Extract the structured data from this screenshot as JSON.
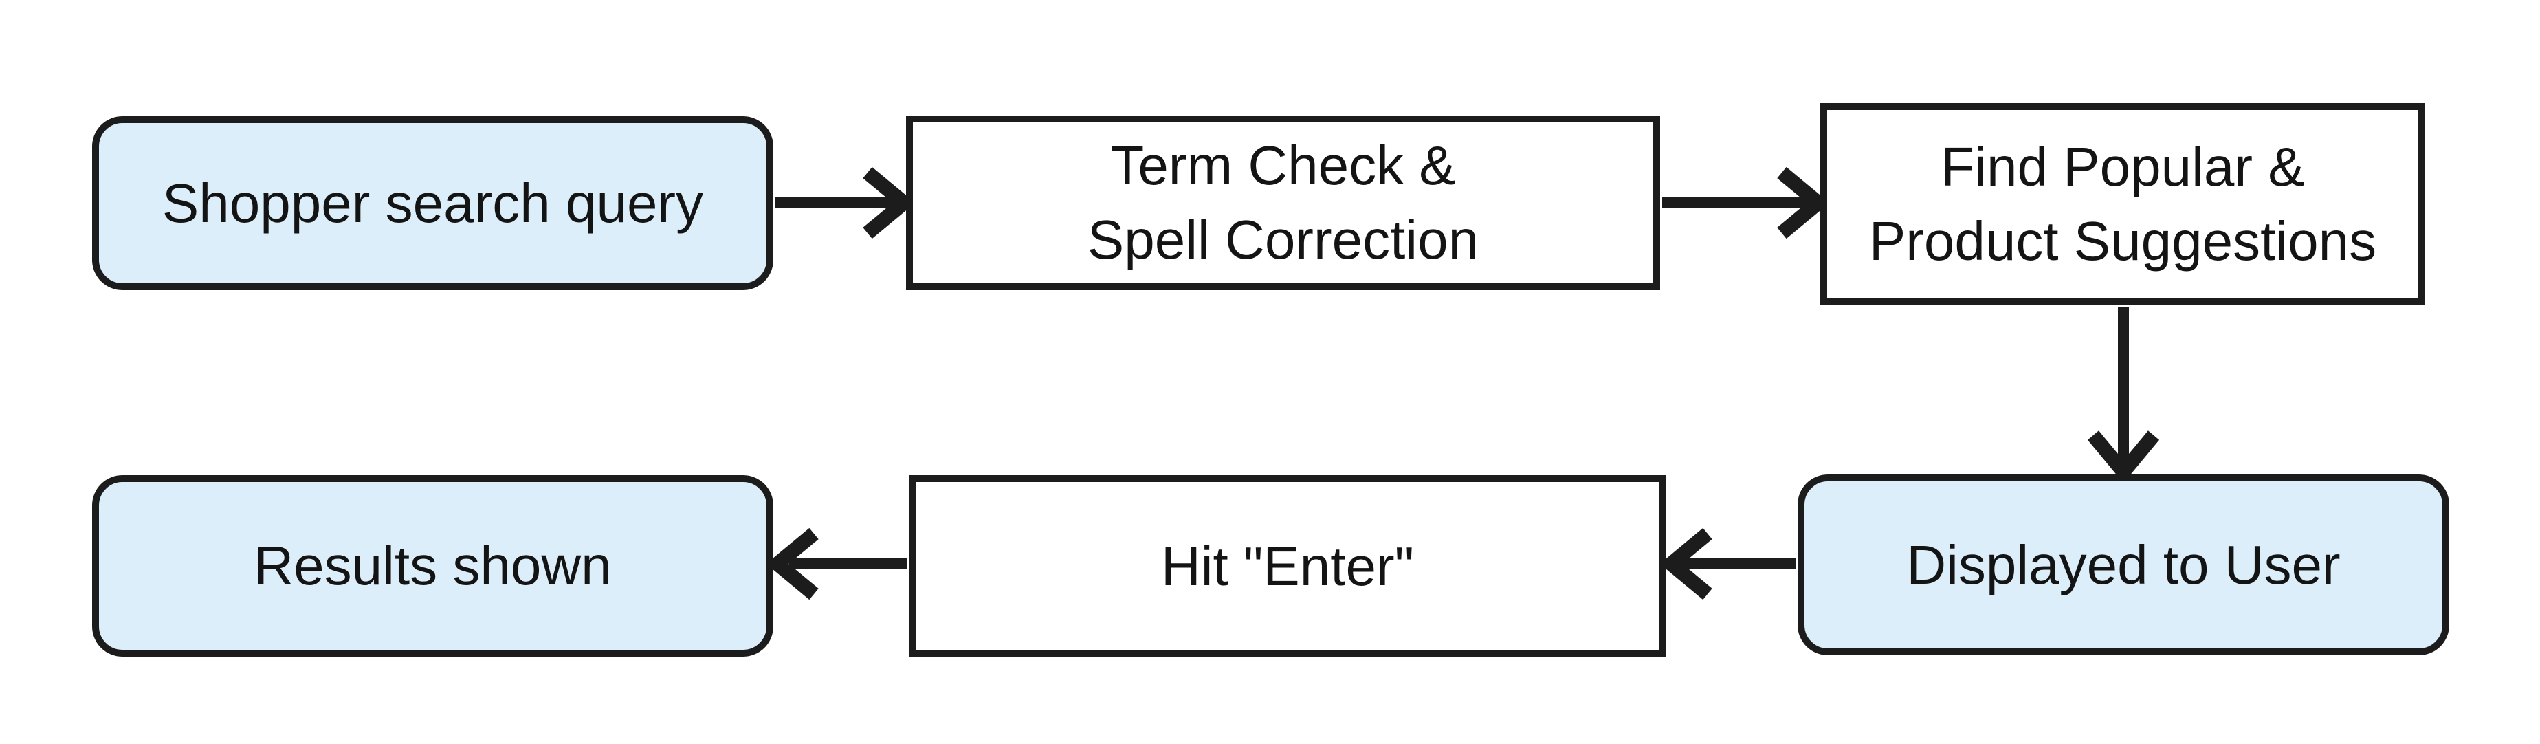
{
  "diagram": {
    "type": "flowchart",
    "background": "#ffffff"
  },
  "colors": {
    "blue_fill": "#dbeef9",
    "white_fill": "#ffffff",
    "stroke": "#1c1c1c",
    "text": "#141414"
  },
  "nodes": [
    {
      "id": "shopper-search-query",
      "label": "Shopper search query",
      "shape": "rounded",
      "fill": "blue"
    },
    {
      "id": "term-check-spell-correction",
      "label": "Term Check &\nSpell Correction",
      "shape": "rectangle",
      "fill": "white"
    },
    {
      "id": "find-popular-product-suggestions",
      "label": "Find Popular &\nProduct Suggestions",
      "shape": "rectangle",
      "fill": "white"
    },
    {
      "id": "displayed-to-user",
      "label": "Displayed to User",
      "shape": "rounded",
      "fill": "blue"
    },
    {
      "id": "hit-enter",
      "label": "Hit \"Enter\"",
      "shape": "rectangle",
      "fill": "white"
    },
    {
      "id": "results-shown",
      "label": "Results shown",
      "shape": "rounded",
      "fill": "blue"
    }
  ],
  "edges": [
    {
      "from": "shopper-search-query",
      "to": "term-check-spell-correction",
      "direction": "right"
    },
    {
      "from": "term-check-spell-correction",
      "to": "find-popular-product-suggestions",
      "direction": "right"
    },
    {
      "from": "find-popular-product-suggestions",
      "to": "displayed-to-user",
      "direction": "down"
    },
    {
      "from": "displayed-to-user",
      "to": "hit-enter",
      "direction": "left"
    },
    {
      "from": "hit-enter",
      "to": "results-shown",
      "direction": "left"
    }
  ]
}
